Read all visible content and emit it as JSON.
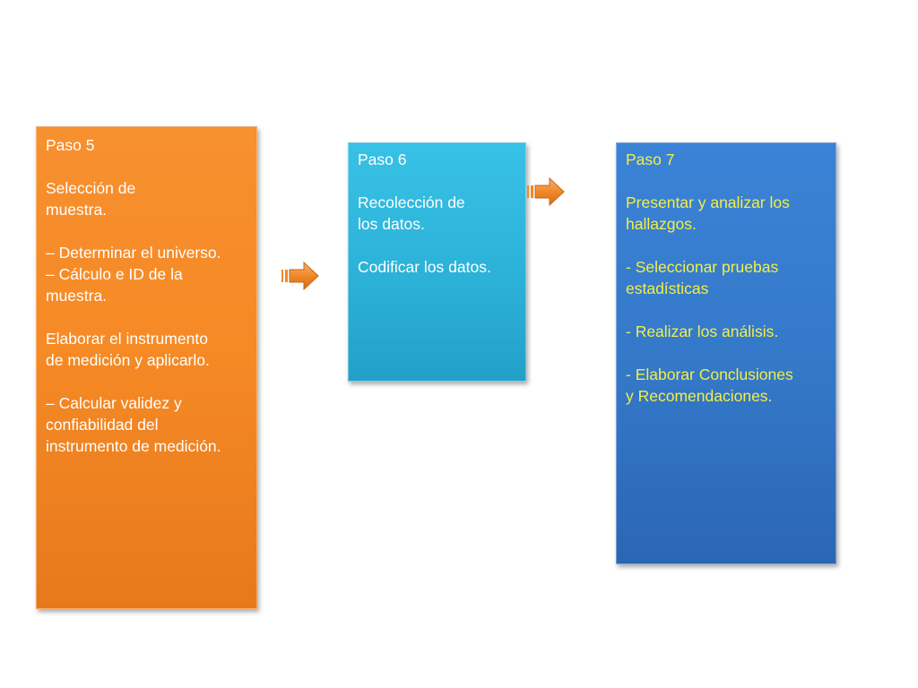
{
  "steps": [
    {
      "title": "Paso 5",
      "subtitle": "Selección de\nmuestra.",
      "points": "– Determinar el universo.\n– Cálculo e ID de la\nmuestra.",
      "instrument": "Elaborar el instrumento\nde medición y aplicarlo.",
      "validity": "– Calcular validez y\nconfiabilidad del\ninstrumento de medición.",
      "color": "#f68a25"
    },
    {
      "title": "Paso 6",
      "subtitle": "Recolección de\nlos datos.",
      "coding": "Codificar los datos.",
      "color": "#2cb2d8"
    },
    {
      "title": "Paso 7",
      "subtitle": "Presentar y analizar los\nhallazgos.",
      "tests": "- Seleccionar pruebas\nestadísticas",
      "analysis": "- Realizar los análisis.",
      "conclusions": "- Elaborar Conclusiones\ny Recomendaciones.",
      "color": "#3478c8",
      "text_color": "#f2ee47"
    }
  ],
  "arrow_color": "#f0892a",
  "arrow_icon": "right-arrow-icon"
}
